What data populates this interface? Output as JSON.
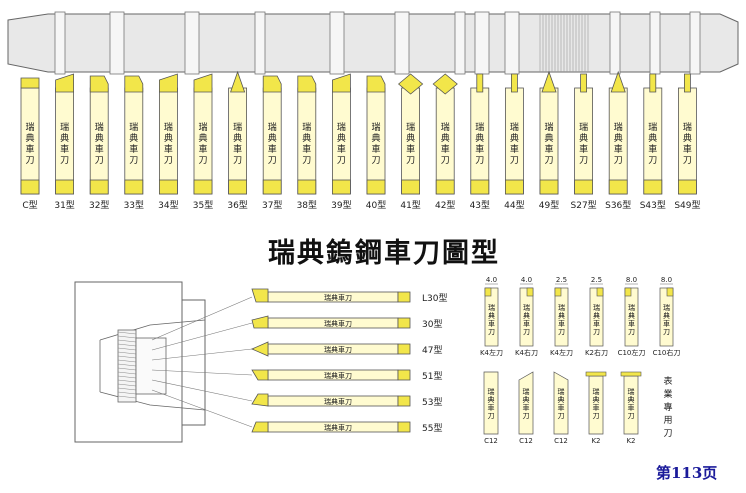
{
  "title": "瑞典鎢鋼車刀圖型",
  "page_label": "第113页",
  "tool_text": "瑞典車刀",
  "tool_text_vertical": [
    "瑞",
    "典",
    "車",
    "刀"
  ],
  "top_row": {
    "types": [
      "C型",
      "31型",
      "32型",
      "33型",
      "34型",
      "35型",
      "36型",
      "37型",
      "38型",
      "39型",
      "40型",
      "41型",
      "42型",
      "43型",
      "44型",
      "49型",
      "S27型",
      "S36型",
      "S43型",
      "S49型"
    ]
  },
  "side_tools": {
    "labels": [
      "L30型",
      "30型",
      "47型",
      "51型",
      "53型",
      "55型"
    ]
  },
  "small_tools": {
    "upper": [
      {
        "dim": "4.0",
        "label": "K4左刀"
      },
      {
        "dim": "4.0",
        "label": "K4右刀"
      },
      {
        "dim": "2.5",
        "label": "K4左刀"
      },
      {
        "dim": "2.5",
        "label": "K2右刀"
      },
      {
        "dim": "8.0",
        "label": "C10左刀"
      },
      {
        "dim": "8.0",
        "label": "C10右刀"
      }
    ],
    "lower": [
      "C12",
      "C12",
      "C12",
      "K2",
      "K2"
    ],
    "side_note": [
      "表",
      "業",
      "專",
      "用",
      "刀"
    ]
  },
  "colors": {
    "tool_body": "#FFFBD0",
    "tool_tip": "#F2E64A",
    "outline": "#555555",
    "bar": "#E6E6E6",
    "page_label": "#1A1A9A"
  }
}
